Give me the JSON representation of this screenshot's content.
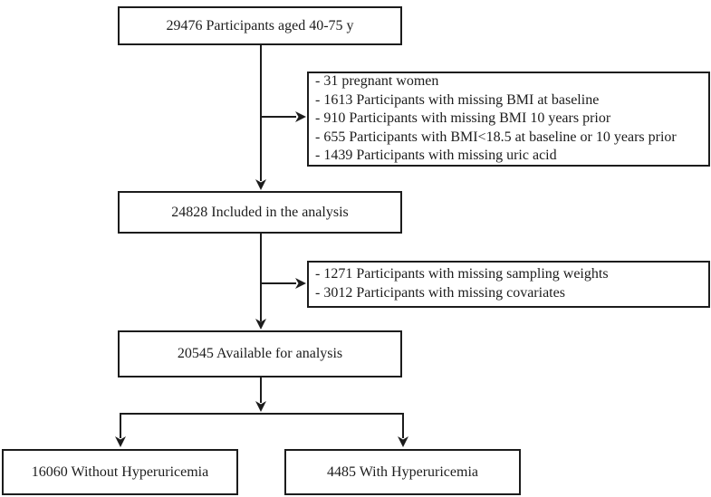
{
  "colors": {
    "background": "#ffffff",
    "line": "#1c1c1c",
    "text": "#1c1c1c"
  },
  "diagram": {
    "boxes": {
      "enrolled": {
        "label": "29476 Participants aged 40-75 y"
      },
      "exclusions1": {
        "lines": [
          "- 31 pregnant women",
          "- 1613 Participants with missing BMI at baseline",
          "- 910 Participants with missing BMI 10 years prior",
          "- 655 Participants with BMI<18.5 at baseline or 10 years prior",
          "- 1439 Participants with missing uric acid"
        ]
      },
      "included": {
        "label": "24828 Included in the analysis"
      },
      "exclusions2": {
        "lines": [
          "- 1271 Participants with missing sampling weights",
          "- 3012 Participants with missing covariates"
        ]
      },
      "available": {
        "label": "20545 Available for analysis"
      },
      "without_hyperuricemia": {
        "label": "16060 Without Hyperuricemia"
      },
      "with_hyperuricemia": {
        "label": "4485 With Hyperuricemia"
      }
    }
  }
}
